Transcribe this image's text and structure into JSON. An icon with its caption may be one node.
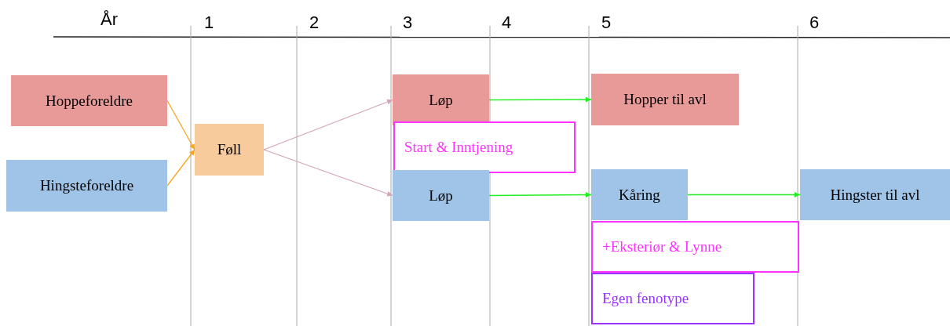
{
  "diagram": {
    "nodes": [
      {
        "text": [
          "Hoppeforeldre"
        ]
      },
      {
        "text": [
          "Hingsteforeldre"
        ]
      },
      {
        "text": [
          "Føll"
        ]
      },
      {
        "text": [
          "Løp"
        ]
      },
      {
        "text": [
          "Start & Inntjening"
        ]
      },
      {
        "text": [
          "Løp"
        ]
      },
      {
        "text": [
          "Hopper til avl"
        ]
      },
      {
        "text": [
          "Kåring"
        ]
      },
      {
        "text": [
          "Hingster til avl"
        ]
      },
      {
        "text": [
          "+Eksteriør & Lynne"
        ]
      },
      {
        "text": [
          "Egen fenotype"
        ]
      }
    ],
    "edges": [
      {
        "from": 0,
        "to": 2,
        "arrow": "to",
        "color": "#f5a623"
      },
      {
        "from": 1,
        "to": 2,
        "arrow": "to",
        "color": "#f5a623"
      },
      {
        "from": 2,
        "to": 3,
        "arrow": "to",
        "color": "#d4a5b8"
      },
      {
        "from": 2,
        "to": 5,
        "arrow": "to",
        "color": "#d4a5b8"
      },
      {
        "from": 3,
        "to": 6,
        "arrow": "to"
      },
      {
        "from": 5,
        "to": 7,
        "arrow": "to"
      },
      {
        "from": 7,
        "to": 8,
        "arrow": "to"
      }
    ],
    "labels": [
      "År",
      "1",
      "2",
      "3",
      "4",
      "5",
      "6"
    ]
  }
}
